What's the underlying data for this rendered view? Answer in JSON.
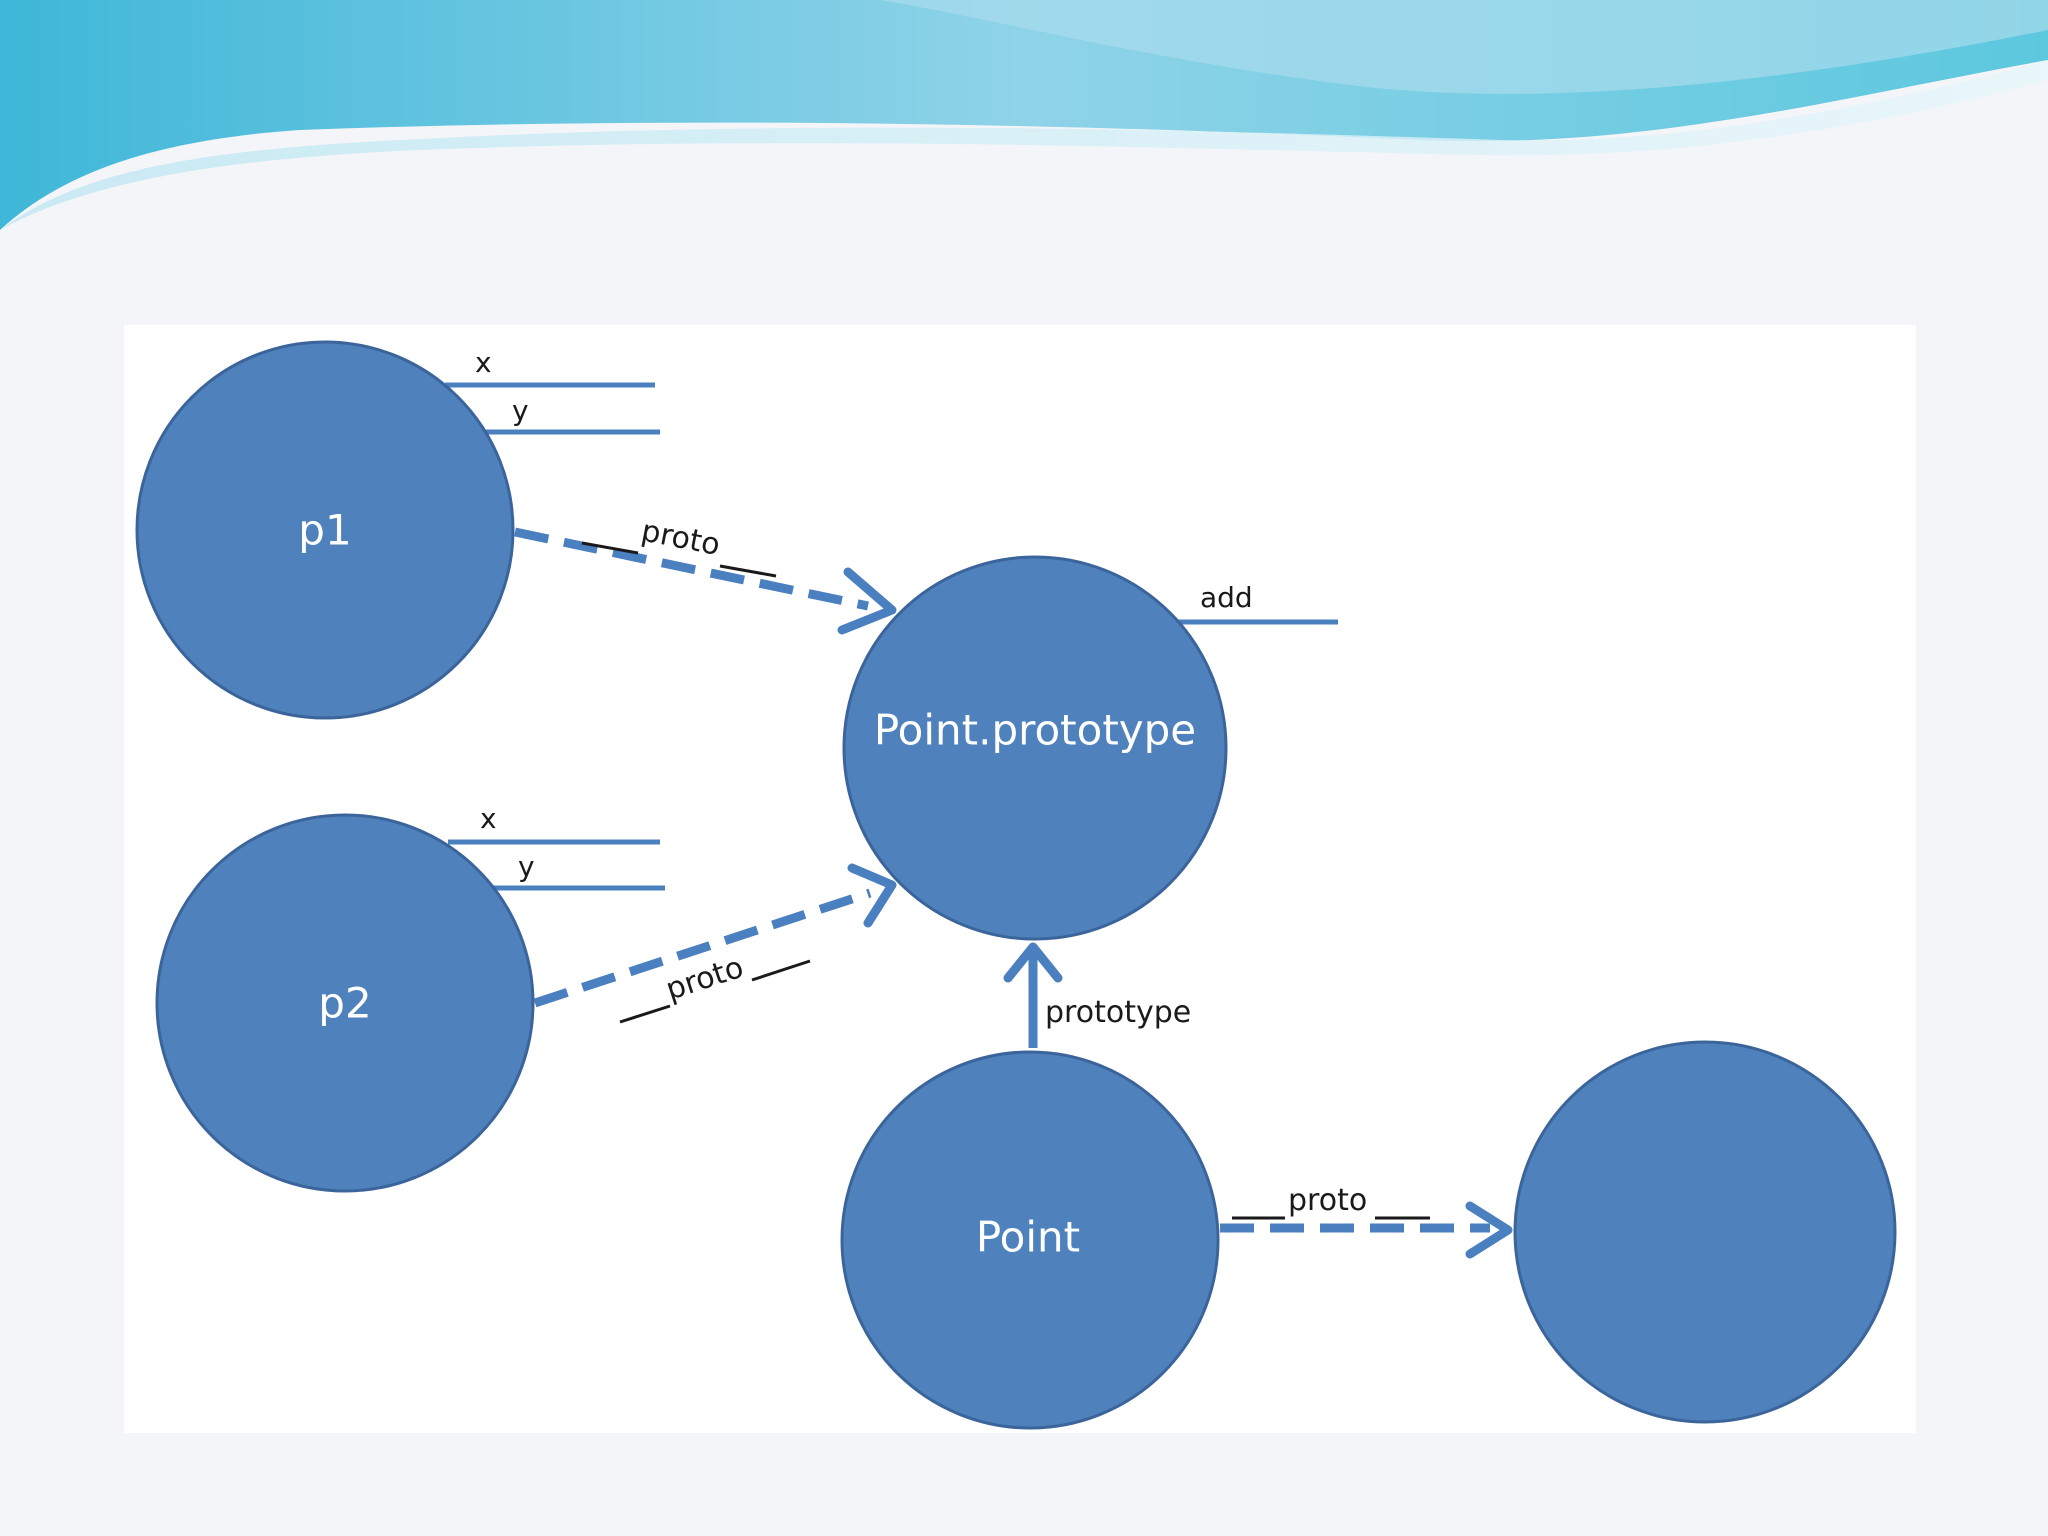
{
  "nodes": {
    "p1": {
      "label": "p1"
    },
    "p2": {
      "label": "p2"
    },
    "point_prototype": {
      "label": "Point.prototype"
    },
    "point": {
      "label": "Point"
    },
    "unnamed": {
      "label": ""
    }
  },
  "properties": {
    "p1": [
      "x",
      "y"
    ],
    "p2": [
      "x",
      "y"
    ],
    "point_prototype": [
      "add"
    ]
  },
  "edges": {
    "p1_to_prototype": {
      "label": "proto",
      "style": "dashed"
    },
    "p2_to_prototype": {
      "label": "proto",
      "style": "dashed"
    },
    "point_to_prototype": {
      "label": "prototype",
      "style": "solid"
    },
    "point_to_unnamed": {
      "label": "proto",
      "style": "dashed"
    }
  },
  "colors": {
    "node_fill": "#4f81bd",
    "edge": "#4a7fc0",
    "header_wave": "#7ecbe0"
  }
}
